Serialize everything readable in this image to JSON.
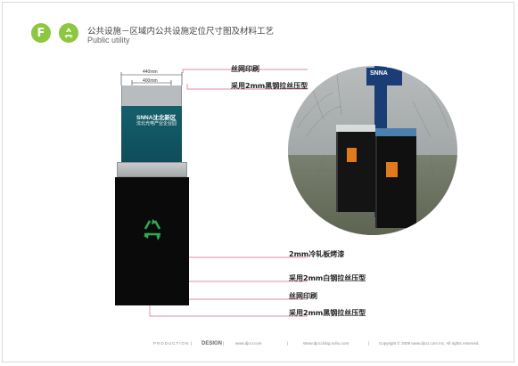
{
  "header": {
    "badge_letter": "F",
    "title_cn": "公共设施－区域内公共设施定位尺寸图及材料工艺",
    "title_en": "Public utility"
  },
  "drawing": {
    "dim_outer": "440mm",
    "dim_inner": "400mm",
    "panel_brand": "SNNA沈北新区",
    "panel_sub": "沈北光电产业企业园"
  },
  "callouts": {
    "top_1": "丝网印刷",
    "top_2": "采用2mm黑钢拉丝压型",
    "bottom_1": "2mm冷轧板烤漆",
    "bottom_2": "采用2mm白钢拉丝压型",
    "bottom_3": "丝网印刷",
    "bottom_4": "采用2mm黑钢拉丝压型"
  },
  "photo": {
    "sign_text": "SNNA"
  },
  "footer": {
    "production": "PRODUCTION",
    "design": "DESIGN",
    "site1": "www.djcci.com",
    "site2": "Www.djcci.blog.sohu.com",
    "copyright": "Copyright © 2009 www.djcci.com Inc. All rights reserved."
  },
  "colors": {
    "accent_green": "#8dc63f",
    "callout_line": "#d2698a",
    "panel_teal": "#145f6b",
    "bin_black": "#0a0a0a"
  }
}
